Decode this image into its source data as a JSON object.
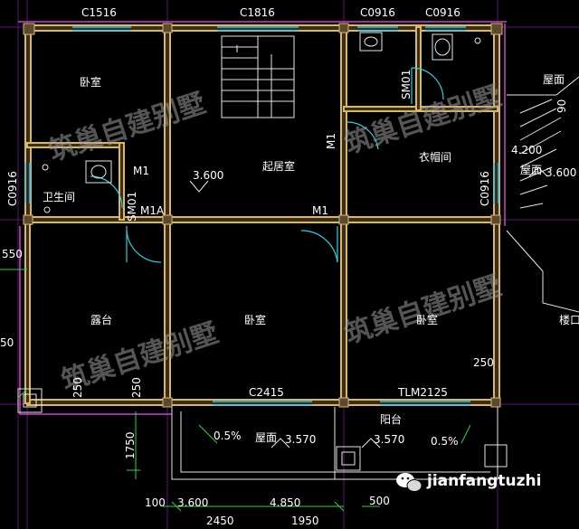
{
  "rooms": {
    "bedroom_nw": "卧室",
    "bathroom": "卫生间",
    "living": "起居室",
    "cloakroom": "衣帽间",
    "terrace": "露台",
    "bedroom_center": "卧室",
    "bedroom_east": "卧室",
    "balcony": "阳台",
    "roof_south": "屋面",
    "roof_ne": "屋面",
    "roof_e": "屋面",
    "stair_cut": "楼口"
  },
  "windows": {
    "c1516": "C1516",
    "c1816": "C1816",
    "c0916_a": "C0916",
    "c0916_b": "C0916",
    "c0916_west": "C0916",
    "c0916_east": "C0916",
    "c2415": "C2415",
    "tlm2125": "TLM2125"
  },
  "doors": {
    "m1_bath": "M1",
    "m1a": "M1A",
    "sm01_bath": "SM01",
    "sm01_wc": "SM01",
    "m1_cloak": "M1",
    "m1_center": "M1"
  },
  "elevations": {
    "living": "3.600",
    "roof_left": "3.570",
    "roof_right": "3.570",
    "roof_ne_a": "4.200",
    "roof_ne_b": "3.600",
    "bottom_left": "3.600",
    "bottom_mid": "4.850"
  },
  "slopes": {
    "left": "0.5%",
    "right": "0.5%"
  },
  "dimensions": {
    "d550": "550",
    "d50": "50",
    "d250_west": "250",
    "d250_mid": "250",
    "d250_east": "250",
    "d1750": "1750",
    "d100": "100",
    "d2450": "2450",
    "d1950": "1950",
    "d500": "500",
    "d90": "90"
  },
  "watermarks": [
    "筑巢自建别墅",
    "筑巢自建别墅",
    "筑巢自建别墅",
    "筑巢自建别墅"
  ],
  "brand": {
    "handle": "jianfangtuzhi",
    "icon": "wechat-icon"
  },
  "colors": {
    "background": "#000000",
    "wall": "#d9b66b",
    "wall_dark": "#5a4a30",
    "grid": "#6b1a8a",
    "outline": "#c846c8",
    "window": "#39c0e6",
    "door": "#2bd3e0",
    "dim_tick": "#2fd14a",
    "text": "#ffffff"
  }
}
